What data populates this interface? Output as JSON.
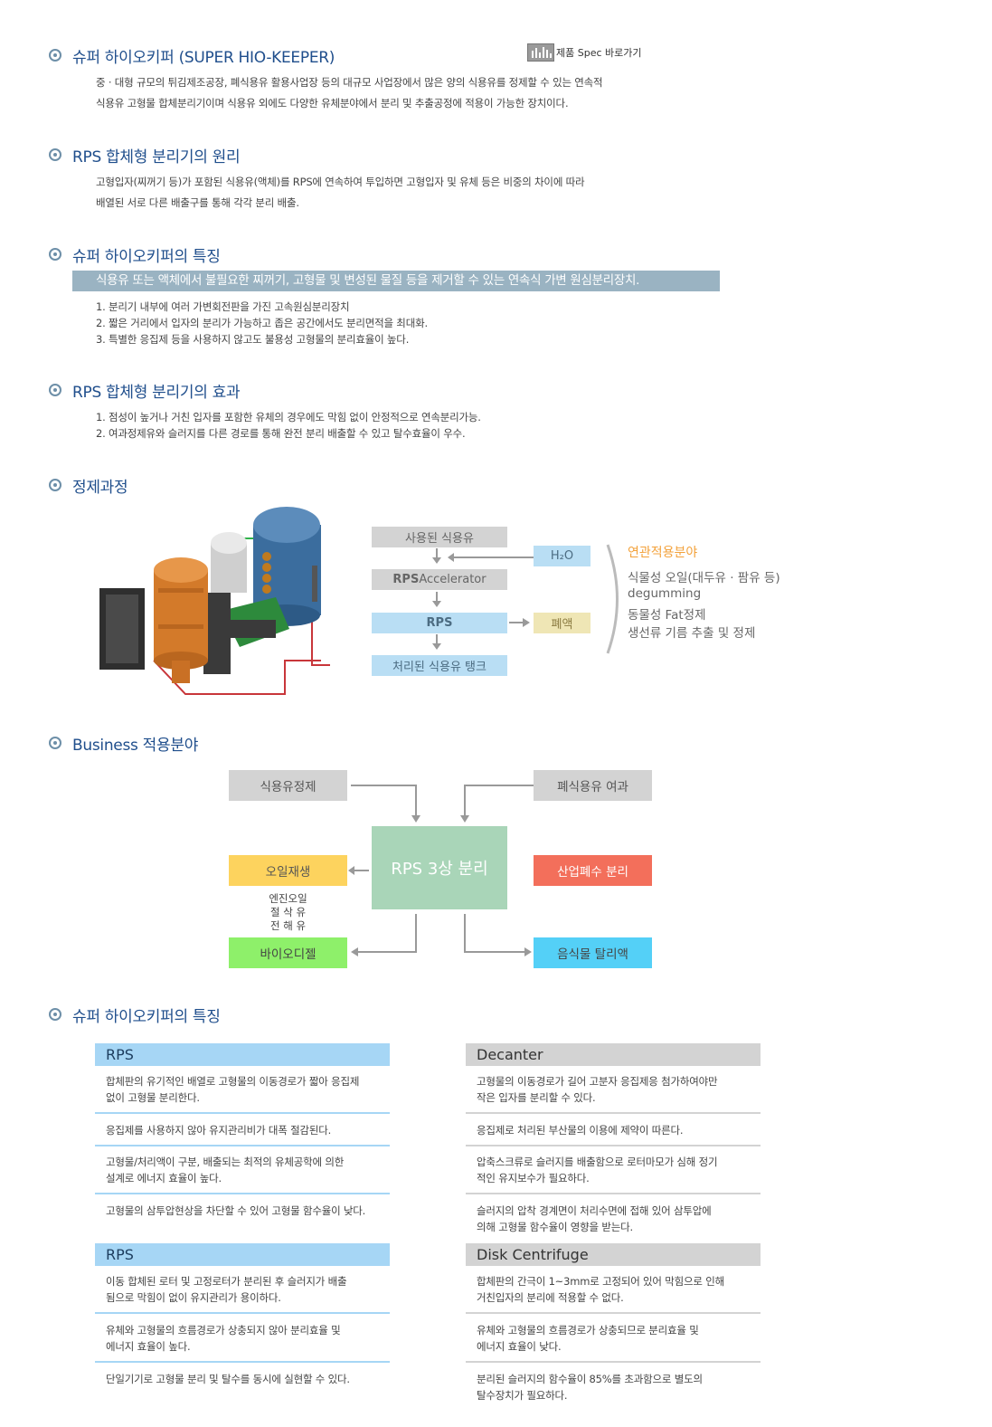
{
  "sections": {
    "s1": {
      "title": "슈퍼 하이오키퍼 (SUPER HIO-KEEPER)",
      "lines": [
        "중 · 대형 규모의 튀김제조공장, 폐식용유 활용사업장 등의 대규모 사업장에서 많은 양의 식용유를 정제할 수 있는 연속적",
        "식용유 고형물 합체분리기이며 식용유 외에도 다양한 유체분야에서 분리 및 추출공정에 적용이 가능한 장치이다."
      ]
    },
    "s2": {
      "title": "RPS 합체형 분리기의 원리",
      "lines": [
        "고형입자(찌꺼기 등)가 포함된 식용유(액체)를 RPS에 연속하여 투입하면 고형입자 및 유체 등은 비중의 차이에 따라",
        "배열된 서로 다른 배출구를 통해 각각 분리 배출."
      ]
    },
    "s3": {
      "title": "슈퍼 하이오키퍼의 특징",
      "banner": "식용유 또는 액체에서 불필요한 찌꺼기, 고형물 및 변성된 물질 등을 제거할 수 있는 연속식 가변 원심분리장치.",
      "items": [
        "1. 분리기 내부에 여러 가변회전판을 가진 고속원심분리장치",
        "2. 짧은 거리에서 입자의 분리가 가능하고 좁은 공간에서도 분리면적을 최대화.",
        "3. 특별한 응집제 등을 사용하지 않고도 불용성 고형물의 분리효율이 높다."
      ]
    },
    "s4": {
      "title": "RPS 합체형 분리기의 효과",
      "items": [
        "1. 점성이 높거나 거친 입자를 포함한 유체의 경우에도 막힘 없이 안정적으로 연속분리가능.",
        "2. 여과정제유와 슬러지를 다른 경로를 통해 완전 분리 배출할 수 있고 탈수효율이 우수."
      ]
    },
    "s5": {
      "title": "정제과정"
    },
    "s6": {
      "title": "Business 적용분야"
    },
    "s7": {
      "title": "슈퍼 하이오키퍼의 특징"
    }
  },
  "spec_link": {
    "label": "제품 Spec 바로가기",
    "icon": "chart-icon"
  },
  "process": {
    "step1": "사용된 식용유",
    "step2_bold": "RPS",
    "step2_rest": " Accelerator",
    "step3": "RPS",
    "step4": "처리된 식용유 탱크",
    "h2o": "H₂O",
    "waste": "폐액",
    "related_title": "연관적용분야",
    "related": [
      "식물성 오일(대두유 · 팜유 등)",
      "degumming",
      "동물성 Fat정제",
      "생선류 기름 추출 및 정제"
    ]
  },
  "business": {
    "center": "RPS 3상 분리",
    "top_left": "식용유정제",
    "top_right": "폐식용유 여과",
    "mid_left": "오일재생",
    "mid_right": "산업폐수 분리",
    "bot_left": "바이오디젤",
    "bot_right": "음식물 탈리액",
    "oil_sub": [
      "엔진오일",
      "절 삭 유",
      "전 해 유"
    ],
    "colors": {
      "center": "#a9d5b8",
      "gray": "#d3d3d3",
      "yellow": "#fdd35e",
      "red": "#f36f5b",
      "green": "#8ef06a",
      "blue": "#54d0f7"
    }
  },
  "compare": [
    {
      "left_head": "RPS",
      "right_head": "Decanter",
      "rows": [
        {
          "l": [
            "합체판의 유기적인 배열로 고형물의 이동경로가 짧아 응집제",
            "없이 고형물 분리한다."
          ],
          "r": [
            "고형물의 이동경로가 길어 고분자 응집제응 첨가하여야만",
            "작은 입자를 분리할 수 있다."
          ]
        },
        {
          "l": [
            "응집제를 사용하지 않아 유지관리비가 대폭 절감된다."
          ],
          "r": [
            "응집제로 처리된 부산물의 이용에 제약이 따른다."
          ]
        },
        {
          "l": [
            "고형물/처리액이 구분, 배출되는 최적의 유체공학에 의한",
            "설계로 에너지 효율이 높다."
          ],
          "r": [
            "압축스크류로 슬러지를 배출함으로 로터마모가 심해 정기",
            "적인 유지보수가 필요하다."
          ]
        },
        {
          "l": [
            "고형물의 삼투압현상을 차단할 수 있어 고형물 함수율이 낮다."
          ],
          "r": [
            "슬러지의 압착 경계면이 처리수면에 접해 있어 삼투압에",
            "의해 고형물 함수율이 영향을 받는다."
          ]
        }
      ]
    },
    {
      "left_head": "RPS",
      "right_head": "Disk Centrifuge",
      "rows": [
        {
          "l": [
            "이동 합체된 로터 및 고정로터가 분리된 후 슬러지가 배출",
            "됨으로 막힘이 없이 유지관리가 용이하다."
          ],
          "r": [
            "합체판의 간극이 1~3mm로 고정되어 있어 막힘으로 인해",
            "거친입자의 분리에 적용할 수 없다."
          ]
        },
        {
          "l": [
            "유체와 고형물의 흐름경로가 상충되지 않아 분리효율 및",
            "에너지 효율이 높다."
          ],
          "r": [
            "유체와 고형물의 흐름경로가 상충되므로 분리효율 및",
            "에너지 효율이 낮다."
          ]
        },
        {
          "l": [
            "단일기기로 고형물 분리 및 탈수를 동시에 실현할 수 있다."
          ],
          "r": [
            "분리된 슬러지의 함수율이 85%를 초과함으로 별도의",
            "탈수장치가 필요하다."
          ]
        }
      ]
    }
  ]
}
